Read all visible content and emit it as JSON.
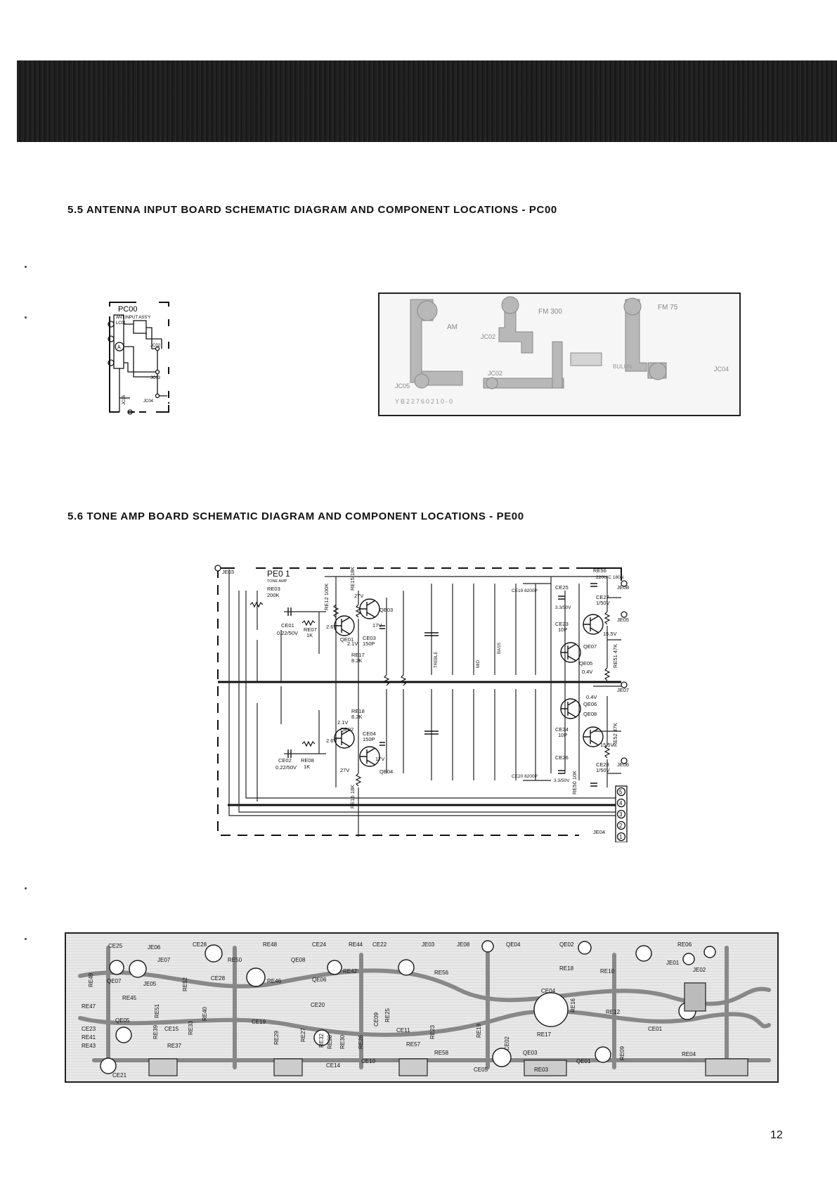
{
  "section_55": {
    "title": "5.5 ANTENNA INPUT BOARD SCHEMATIC DIAGRAM AND COMPONENT LOCATIONS - PC00",
    "schematic": {
      "board": "PC00",
      "assembly": "ANT.INPUT ASS'Y",
      "coil": "LC01",
      "terminal_a": "A",
      "jc02": "JC02",
      "jc03": "JC03",
      "jc04": "JC04",
      "jc05": "JC05"
    },
    "photo_labels": {
      "am": "AM",
      "fm300": "FM 300",
      "fm75": "FM 75",
      "jc02_a": "JC02",
      "jc02_b": "JC02",
      "jc04": "JC04",
      "jc05": "JC05",
      "part_number": "YB22760210-0",
      "bullun": "BULUN"
    }
  },
  "section_56": {
    "title": "5.6 TONE AMP BOARD SCHEMATIC DIAGRAM AND COMPONENT LOCATIONS - PE00",
    "schematic": {
      "board": "PE0 1",
      "board_sub": "TONE AMP",
      "je03": "JE03",
      "re03": "RE03",
      "re03_v": "200K",
      "ce01": "CE01",
      "ce01_v": "0.22/50V",
      "re07": "RE07",
      "re07_v": "1K",
      "ce02": "CE02",
      "ce02_v": "0.22/50V",
      "re08": "RE08",
      "re08_v": "1K",
      "re12": "RE12 100K",
      "re15": "RE15 18K",
      "qe01": "QE01",
      "qe02": "QE02",
      "qe03": "QE03",
      "qe04": "QE04",
      "v27a": "27V",
      "v26a": "2.6V",
      "v21a": "2.1V",
      "v17a": "17V",
      "ce03": "CE03",
      "ce03_v": "150P",
      "re17": "RE17",
      "re17_v": "8.2K",
      "v27b": "27V",
      "v17b": "17V",
      "v26b": "2.6V",
      "v21b": "2.1V",
      "ce04": "CE04",
      "ce04_v": "150P",
      "re18": "RE18",
      "re18_v": "8.2K",
      "re16": "RE16 18K",
      "re56": "RE56",
      "re56_v": "220U/C 180N",
      "je08": "JE08",
      "ce25": "CE25",
      "ce25_v": "3.3/50V",
      "ce27": "CE27",
      "ce27_v": "1/50V",
      "je05": "JE05",
      "ce23": "CE23",
      "ce23_v": "10P",
      "v155a": "15.5V",
      "qe07": "QE07",
      "qe05": "QE05",
      "v04a": "0.4V",
      "re51": "RE51 47K",
      "je07": "JE07",
      "v04b": "0.4V",
      "qe06": "QE06",
      "qe08": "QE08",
      "re52": "RE52 47K",
      "v155b": "15.5V",
      "ce24": "CE24",
      "ce24_v": "10P",
      "ce26": "CE26",
      "ce28": "CE28",
      "ce28_v": "1/50V",
      "je06": "JE06",
      "ce26_v": "3.3/50V",
      "re50": "RE50 10K",
      "ce19": "CE19 8200P",
      "ce20": "CE20 8200P",
      "treble": "TREBLE",
      "mid": "MID",
      "bass": "BASS",
      "je04": "JE04",
      "pins": [
        "5",
        "4",
        "3",
        "2",
        "1"
      ]
    },
    "board_photo_labels": {
      "ce25": "CE25",
      "je06": "JE06",
      "je07": "JE07",
      "ce28a": "CE28",
      "re48": "RE48",
      "qe08": "QE08",
      "ce24": "CE24",
      "re44": "RE44",
      "ce22": "CE22",
      "je03": "JE03",
      "je08": "JE08",
      "qe04": "QE04",
      "qe02": "QE02",
      "re06": "RE06",
      "re49": "RE49",
      "qe07": "QE07",
      "je05": "JE05",
      "re45": "RE45",
      "re51": "RE51",
      "re52": "RE52",
      "ce28b": "CE28",
      "re46": "RE46",
      "qe06": "QE06",
      "re42": "RE42",
      "re56": "RE56",
      "re50": "RE50",
      "re47": "RE47",
      "qe05": "QE05",
      "ce23": "CE23",
      "re41": "RE41",
      "re43": "RE43",
      "ce21": "CE21",
      "ce15": "CE15",
      "re37": "RE37",
      "re39": "RE39",
      "re33": "RE33",
      "re40": "RE40",
      "ce20": "CE20",
      "ce19": "CE19",
      "re29": "RE29",
      "re27": "RE27",
      "re32": "RE32",
      "re28": "RE28",
      "re30": "RE30",
      "re26": "RE26",
      "ce09": "CE09",
      "re25": "RE25",
      "ce11": "CE11",
      "re23": "RE23",
      "re57": "RE57",
      "re58": "RE58",
      "ce14": "CE14",
      "ce10": "CE10",
      "re19": "RE19",
      "ce05": "CE05",
      "ce02": "CE02",
      "re17": "RE17",
      "qe03": "QE03",
      "re03": "RE03",
      "qe01": "QE01",
      "ce01": "CE01",
      "re04": "RE04",
      "je01": "JE01",
      "je02": "JE02",
      "ce04": "CE04",
      "re18": "RE18",
      "re16": "RE16",
      "re12": "RE12",
      "re09": "RE09",
      "re10": "RE10"
    }
  },
  "page_number": "12"
}
